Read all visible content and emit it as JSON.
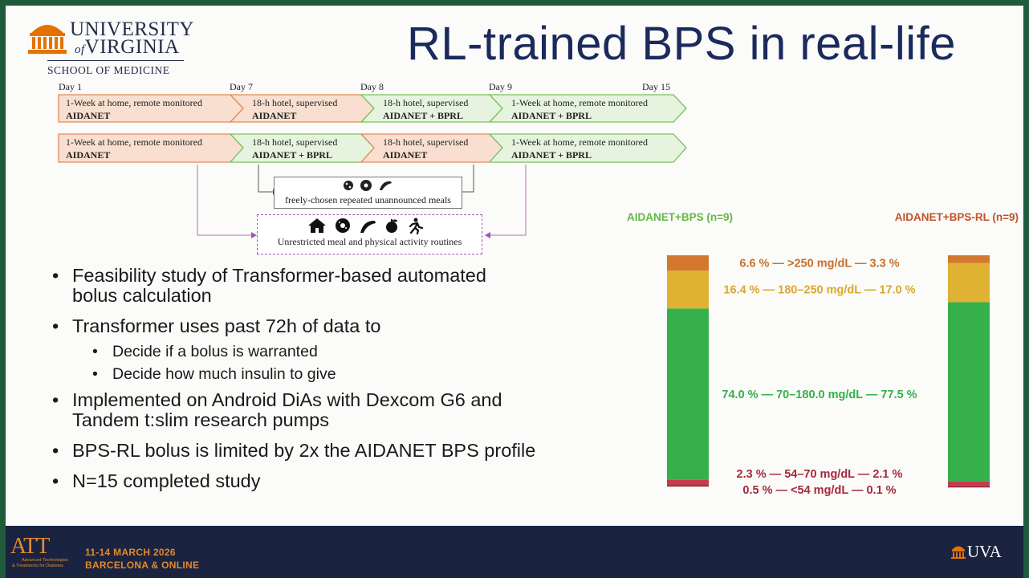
{
  "header": {
    "logo_line1": "UNIVERSITY",
    "logo_of": "of",
    "logo_line2": "VIRGINIA",
    "logo_school": "SCHOOL OF MEDICINE",
    "title": "RL-trained BPS in real-life"
  },
  "design": {
    "days": [
      "Day 1",
      "Day 7",
      "Day 8",
      "Day 9",
      "Day 15"
    ],
    "arm1": [
      {
        "line1": "1-Week at home, remote monitored",
        "line2": "AIDANET",
        "color": "orange"
      },
      {
        "line1": "18-h hotel, supervised",
        "line2": "AIDANET",
        "color": "orange"
      },
      {
        "line1": "18-h hotel, supervised",
        "line2": "AIDANET + BPRL",
        "color": "green"
      },
      {
        "line1": "1-Week at home, remote monitored",
        "line2": "AIDANET + BPRL",
        "color": "green"
      }
    ],
    "arm2": [
      {
        "line1": "1-Week at home, remote monitored",
        "line2": "AIDANET",
        "color": "orange"
      },
      {
        "line1": "18-h hotel, supervised",
        "line2": "AIDANET + BPRL",
        "color": "green"
      },
      {
        "line1": "18-h hotel, supervised",
        "line2": "AIDANET",
        "color": "orange"
      },
      {
        "line1": "1-Week at home, remote monitored",
        "line2": "AIDANET + BPRL",
        "color": "green"
      }
    ],
    "meals_box": "freely-chosen repeated unannounced meals",
    "routine_box": "Unrestricted meal and physical activity routines"
  },
  "bullets": [
    {
      "level": 1,
      "lines": [
        "Feasibility study of Transformer-based automated",
        "bolus calculation"
      ]
    },
    {
      "level": 1,
      "lines": [
        "Transformer uses past 72h of data to"
      ]
    },
    {
      "level": 2,
      "lines": [
        "Decide if a bolus is warranted"
      ]
    },
    {
      "level": 2,
      "lines": [
        "Decide how much insulin to give"
      ]
    },
    {
      "level": 1,
      "lines": [
        "Implemented on Android DiAs with Dexcom G6 and",
        "Tandem t:slim research pumps"
      ]
    },
    {
      "level": 1,
      "lines": [
        "BPS-RL bolus is limited by 2x the AIDANET BPS profile"
      ]
    },
    {
      "level": 1,
      "lines": [
        "N=15 completed study"
      ]
    }
  ],
  "chart_data": {
    "type": "bar",
    "stacked": true,
    "series_names": [
      "AIDANET+BPS (n=9)",
      "AIDANET+BPS-RL (n=9)"
    ],
    "categories": [
      ">250 mg/dL",
      "180–250 mg/dL",
      "70–180.0 mg/dL",
      "54–70 mg/dL",
      "<54 mg/dL"
    ],
    "category_colors": [
      "#d2792f",
      "#e0b234",
      "#36b04b",
      "#c63a4e",
      "#8c1c2c"
    ],
    "label_colors": [
      "#c8702c",
      "#d9a830",
      "#36b04b",
      "#a52a3a",
      "#a52a3a"
    ],
    "series": [
      {
        "name": "AIDANET+BPS (n=9)",
        "color": "#66b846",
        "values": [
          6.6,
          16.4,
          74.0,
          2.3,
          0.5
        ],
        "labels": [
          "6.6 %",
          "16.4 %",
          "74.0 %",
          "2.3 %",
          "0.5 %"
        ]
      },
      {
        "name": "AIDANET+BPS-RL (n=9)",
        "color": "#c1542c",
        "values": [
          3.3,
          17.0,
          77.5,
          2.1,
          0.1
        ],
        "labels": [
          "3.3 %",
          "17.0 %",
          "77.5 %",
          "2.1 %",
          "0.1 %"
        ]
      }
    ]
  },
  "footer": {
    "att_logo": "ATT",
    "att_sub1": "Advanced Technologies",
    "att_sub2": "& Treatments for Diabetes",
    "dates": "11-14 MARCH 2026",
    "place": "BARCELONA & ONLINE",
    "uva": "UVA",
    "color_orange": "#e38a2e"
  }
}
